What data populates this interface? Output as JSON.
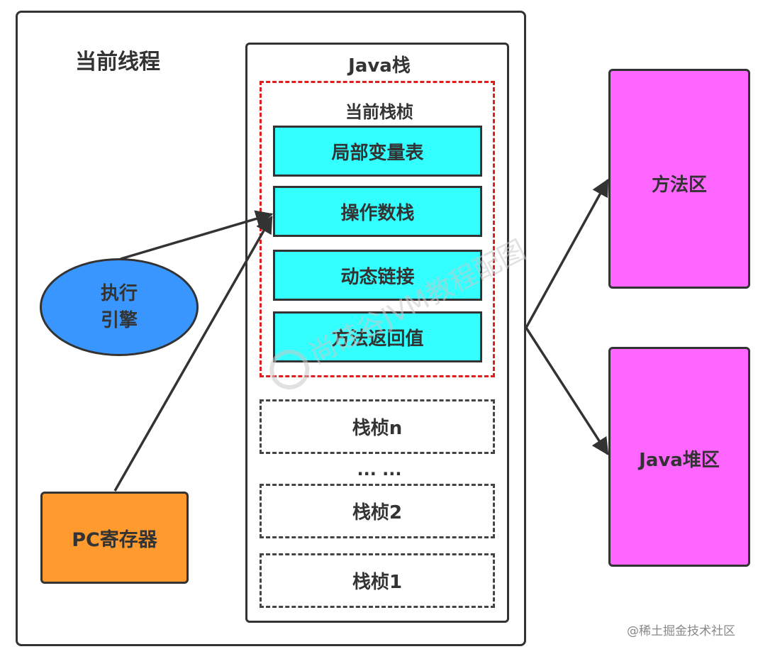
{
  "thread": {
    "title": "当前线程"
  },
  "java_stack": {
    "title": "Java栈"
  },
  "current_frame": {
    "title": "当前栈桢",
    "parts": [
      "局部变量表",
      "操作数栈",
      "动态链接",
      "方法返回值"
    ]
  },
  "other_frames": {
    "frame_n": "栈桢n",
    "ellipsis": "... ...",
    "frame_2": "栈桢2",
    "frame_1": "栈桢1"
  },
  "engine": {
    "line1": "执行",
    "line2": "引擎"
  },
  "pc_register": {
    "label": "PC寄存器"
  },
  "method_area": {
    "label": "方法区"
  },
  "heap": {
    "label": "Java堆区"
  },
  "watermark": "尚硅谷JVM教程配图",
  "footer_credit": "@稀土掘金技术社区",
  "colors": {
    "frame_part": "#34ffff",
    "engine": "#3a96ff",
    "pc_register": "#ff9a2e",
    "memory_area": "#ff66ff",
    "current_frame_border": "#e01e1e"
  }
}
